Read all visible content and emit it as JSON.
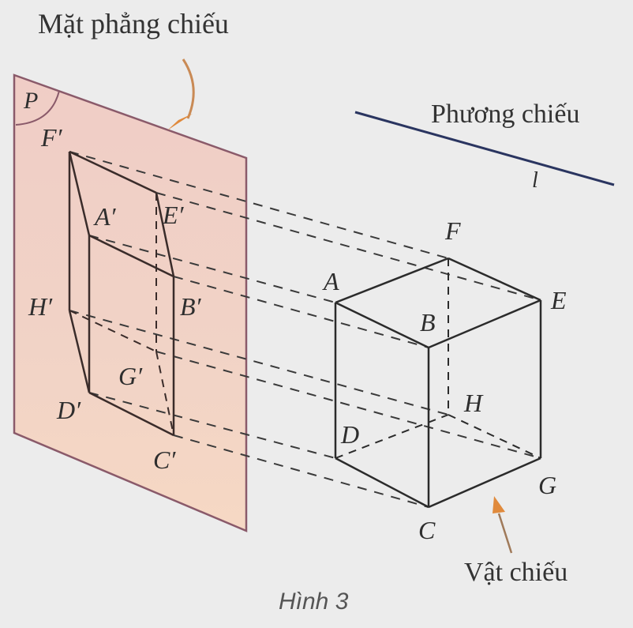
{
  "labels": {
    "projection_plane": "Mặt phẳng chiếu",
    "projection_direction": "Phương chiếu",
    "direction_line_name": "l",
    "object": "Vật chiếu",
    "plane_name": "P",
    "caption": "Hình 3"
  },
  "vertices": {
    "cube": {
      "A": "A",
      "B": "B",
      "C": "C",
      "D": "D",
      "E": "E",
      "F": "F",
      "G": "G",
      "H": "H"
    },
    "projection": {
      "A": "A′",
      "B": "B′",
      "C": "C′",
      "D": "D′",
      "E": "E′",
      "F": "F′",
      "G": "G′",
      "H": "H′"
    }
  },
  "colors": {
    "background": "#ececec",
    "plane_fill": "#f2d2c4",
    "plane_edge": "#8a5a6a",
    "line": "#2b2b2b",
    "direction_line": "#2a3560",
    "arrow": "#e08a3c"
  }
}
